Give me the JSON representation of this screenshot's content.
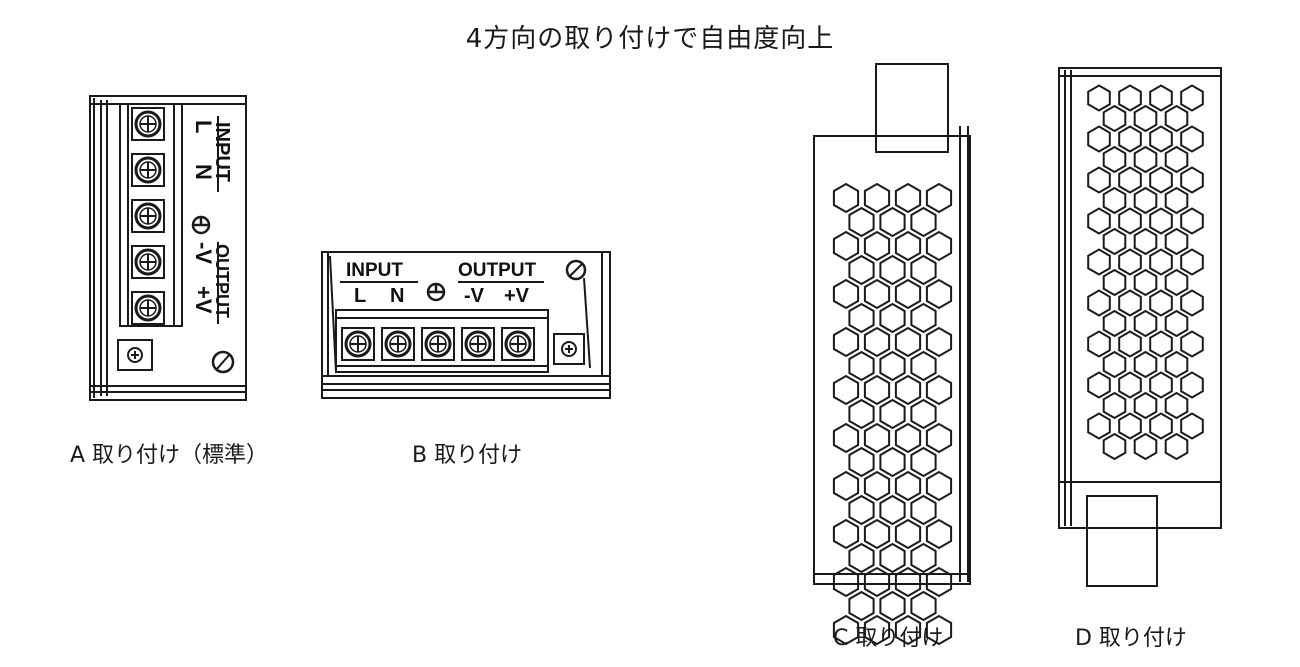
{
  "title": "4方向の取り付けで自由度向上",
  "views": {
    "a": {
      "caption": "A 取り付け（標準）",
      "input_label": "INPUT",
      "output_label": "OUTPUT",
      "l_label": "L",
      "n_label": "N",
      "minus_label": "-V",
      "plus_label": "+V"
    },
    "b": {
      "caption": "B 取り付け",
      "input_label": "INPUT",
      "output_label": "OUTPUT",
      "l_label": "L",
      "n_label": "N",
      "minus_label": "-V",
      "plus_label": "+V"
    },
    "c": {
      "caption": "C 取り付け"
    },
    "d": {
      "caption": "D 取り付け"
    }
  },
  "colors": {
    "line": "#1a1a1a",
    "background": "#ffffff"
  },
  "icons": [
    "ground-symbol-icon",
    "adjust-pot-icon",
    "mount-screw-icon",
    "vent-hole-pattern"
  ]
}
